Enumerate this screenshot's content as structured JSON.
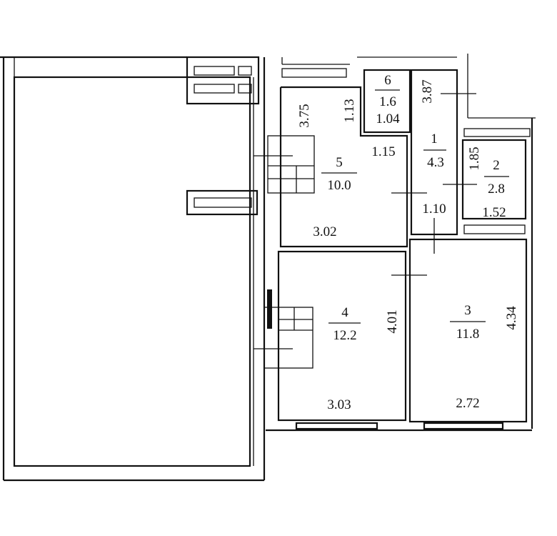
{
  "rooms": [
    {
      "number": "1",
      "area": "4.3"
    },
    {
      "number": "2",
      "area": "2.8"
    },
    {
      "number": "3",
      "area": "11.8"
    },
    {
      "number": "4",
      "area": "12.2"
    },
    {
      "number": "5",
      "area": "10.0"
    },
    {
      "number": "6",
      "area": "1.6"
    }
  ],
  "dimensions": {
    "r6_width": "1.04",
    "r5_height": "3.75",
    "r5_notch": "1.13",
    "r5_notch_width": "1.15",
    "r5_width": "3.02",
    "r1_height": "3.87",
    "r1_width": "1.10",
    "r2_height": "1.85",
    "r2_width": "1.52",
    "r4_height": "4.01",
    "r4_width": "3.03",
    "r3_height": "4.34",
    "r3_width": "2.72"
  }
}
